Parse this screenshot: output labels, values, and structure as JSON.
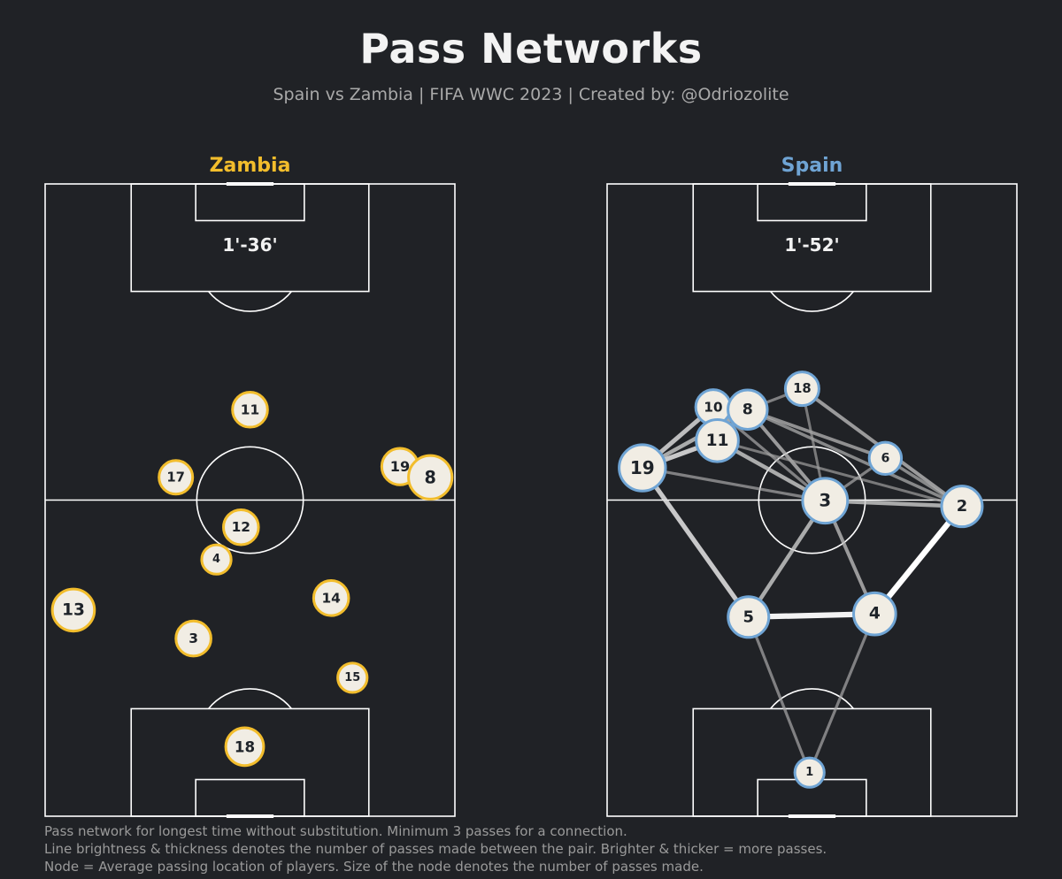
{
  "header": {
    "title": "Pass Networks",
    "subtitle": "Spain vs Zambia | FIFA WWC 2023 | Created by: @Odriozolite"
  },
  "notes": [
    "Pass network for longest time without substitution. Minimum 3 passes for a connection.",
    "Line brightness & thickness denotes the number of passes made between the pair. Brighter & thicker = more passes.",
    "Node = Average passing location of players. Size of the node denotes the number of passes made."
  ],
  "colors": {
    "background": "#202226",
    "pitch_lines": "#ffffff",
    "node_fill": "#f1ede4",
    "node_text": "#1e2329",
    "zambia": "#f2bd2c",
    "spain": "#6fa4d4"
  },
  "chart_data": [
    {
      "type": "network",
      "team": "Zambia",
      "team_color": "#f2bd2c",
      "time_window": "1'-36'",
      "pitch": {
        "x_range": [
          0,
          100
        ],
        "y_range": [
          0,
          100
        ],
        "attack_direction": "up"
      },
      "nodes": [
        {
          "player": "11",
          "x": 50.0,
          "y": 64.3,
          "size": 0.55
        },
        {
          "player": "17",
          "x": 31.9,
          "y": 53.6,
          "size": 0.5
        },
        {
          "player": "19",
          "x": 86.6,
          "y": 55.3,
          "size": 0.6
        },
        {
          "player": "8",
          "x": 94.0,
          "y": 53.6,
          "size": 0.85
        },
        {
          "player": "12",
          "x": 47.8,
          "y": 45.7,
          "size": 0.55
        },
        {
          "player": "4",
          "x": 41.8,
          "y": 40.6,
          "size": 0.35
        },
        {
          "player": "14",
          "x": 69.8,
          "y": 34.5,
          "size": 0.55
        },
        {
          "player": "13",
          "x": 6.9,
          "y": 32.6,
          "size": 0.8
        },
        {
          "player": "3",
          "x": 36.2,
          "y": 28.1,
          "size": 0.55
        },
        {
          "player": "15",
          "x": 75.0,
          "y": 21.9,
          "size": 0.35
        },
        {
          "player": "18",
          "x": 48.7,
          "y": 11.0,
          "size": 0.65
        }
      ],
      "edges": []
    },
    {
      "type": "network",
      "team": "Spain",
      "team_color": "#6fa4d4",
      "time_window": "1'-52'",
      "pitch": {
        "x_range": [
          0,
          100
        ],
        "y_range": [
          0,
          100
        ],
        "attack_direction": "up"
      },
      "nodes": [
        {
          "player": "18",
          "x": 47.6,
          "y": 67.6,
          "size": 0.5
        },
        {
          "player": "10",
          "x": 25.9,
          "y": 64.7,
          "size": 0.55
        },
        {
          "player": "8",
          "x": 34.3,
          "y": 64.3,
          "size": 0.7
        },
        {
          "player": "11",
          "x": 26.9,
          "y": 59.4,
          "size": 0.8
        },
        {
          "player": "6",
          "x": 67.9,
          "y": 56.6,
          "size": 0.45
        },
        {
          "player": "19",
          "x": 8.6,
          "y": 55.1,
          "size": 0.95
        },
        {
          "player": "3",
          "x": 53.2,
          "y": 49.9,
          "size": 0.9
        },
        {
          "player": "2",
          "x": 86.6,
          "y": 49.0,
          "size": 0.75
        },
        {
          "player": "5",
          "x": 34.5,
          "y": 31.5,
          "size": 0.75
        },
        {
          "player": "4",
          "x": 65.3,
          "y": 32.0,
          "size": 0.8
        },
        {
          "player": "1",
          "x": 49.4,
          "y": 6.9,
          "size": 0.35
        }
      ],
      "edges": [
        {
          "from": "5",
          "to": "4",
          "weight": 0.95
        },
        {
          "from": "4",
          "to": "2",
          "weight": 1.0
        },
        {
          "from": "19",
          "to": "5",
          "weight": 0.75
        },
        {
          "from": "3",
          "to": "5",
          "weight": 0.6
        },
        {
          "from": "3",
          "to": "4",
          "weight": 0.5
        },
        {
          "from": "3",
          "to": "2",
          "weight": 0.6
        },
        {
          "from": "19",
          "to": "11",
          "weight": 0.75
        },
        {
          "from": "19",
          "to": "10",
          "weight": 0.7
        },
        {
          "from": "19",
          "to": "8",
          "weight": 0.6
        },
        {
          "from": "19",
          "to": "3",
          "weight": 0.35
        },
        {
          "from": "11",
          "to": "3",
          "weight": 0.6
        },
        {
          "from": "8",
          "to": "3",
          "weight": 0.5
        },
        {
          "from": "10",
          "to": "3",
          "weight": 0.35
        },
        {
          "from": "8",
          "to": "6",
          "weight": 0.45
        },
        {
          "from": "8",
          "to": "2",
          "weight": 0.4
        },
        {
          "from": "18",
          "to": "2",
          "weight": 0.5
        },
        {
          "from": "18",
          "to": "3",
          "weight": 0.3
        },
        {
          "from": "18",
          "to": "8",
          "weight": 0.35
        },
        {
          "from": "6",
          "to": "2",
          "weight": 0.4
        },
        {
          "from": "6",
          "to": "3",
          "weight": 0.35
        },
        {
          "from": "8",
          "to": "11",
          "weight": 0.55
        },
        {
          "from": "10",
          "to": "11",
          "weight": 0.5
        },
        {
          "from": "10",
          "to": "8",
          "weight": 0.45
        },
        {
          "from": "5",
          "to": "1",
          "weight": 0.35
        },
        {
          "from": "4",
          "to": "1",
          "weight": 0.35
        },
        {
          "from": "11",
          "to": "2",
          "weight": 0.3
        }
      ]
    }
  ]
}
